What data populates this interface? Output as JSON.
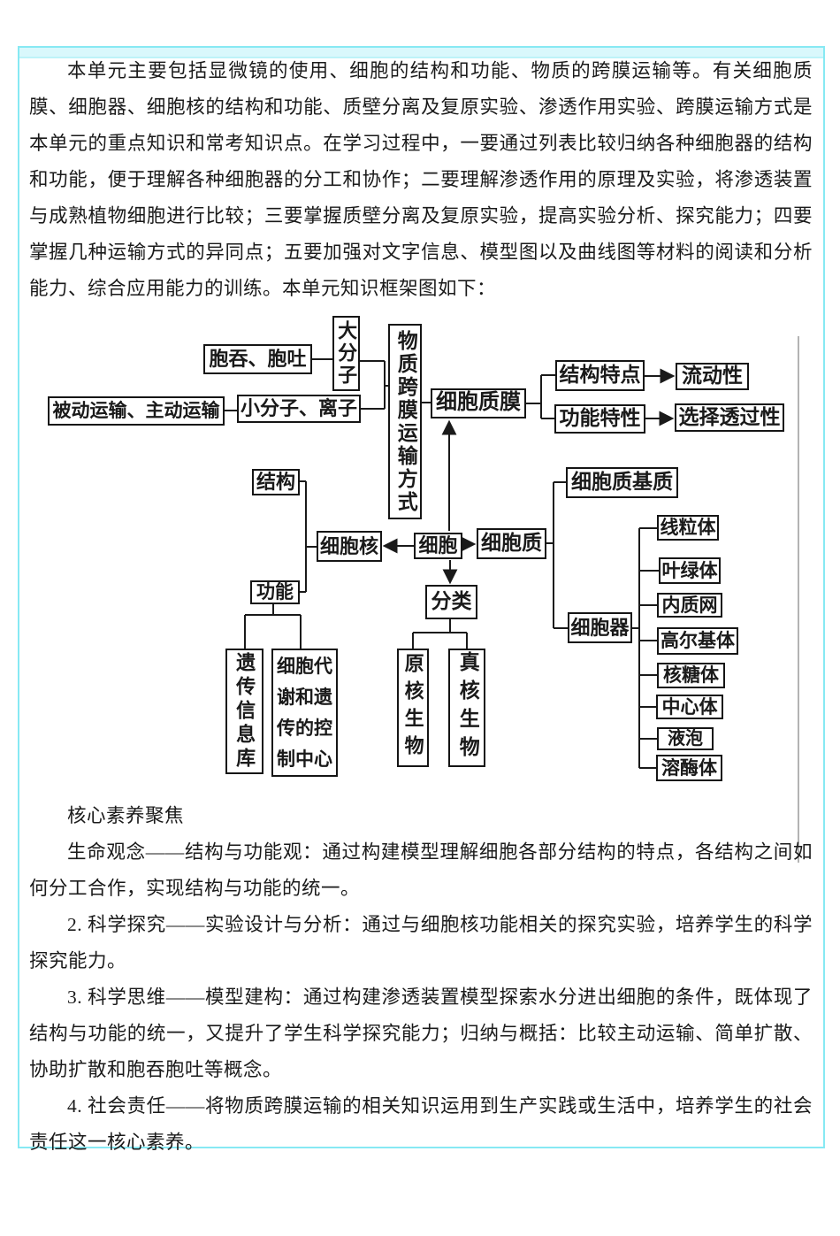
{
  "intro": {
    "text": "本单元主要包括显微镜的使用、细胞的结构和功能、物质的跨膜运输等。有关细胞质膜、细胞器、细胞核的结构和功能、质壁分离及复原实验、渗透作用实验、跨膜运输方式是本单元的重点知识和常考知识点。在学习过程中，一要通过列表比较归纳各种细胞器的结构和功能，便于理解各种细胞器的分工和协作；二要理解渗透作用的原理及实验，将渗透装置与成熟植物细胞进行比较；三要掌握质壁分离及复原实验，提高实验分析、探究能力；四要掌握几种运输方式的异同点；五要加强对文字信息、模型图以及曲线图等材料的阅读和分析能力、综合应用能力的训练。本单元知识框架图如下："
  },
  "diagram": {
    "nodes": {
      "passive_active": "被动运输、主动运输",
      "endo_exo": "胞吞、胞吐",
      "macromolecule": "大分子",
      "small_molecule": "小分子、离子",
      "transport_mode": "物质跨膜运输方式",
      "cell_membrane": "细胞质膜",
      "structure_feature": "结构特点",
      "fluidity": "流动性",
      "functional_property": "功能特性",
      "selective_permeability": "选择透过性",
      "structure": "结构",
      "nucleus": "细胞核",
      "cell": "细胞",
      "cytoplasm": "细胞质",
      "function": "功能",
      "classification": "分类",
      "cytosol": "细胞质基质",
      "organelle": "细胞器",
      "genetic_info": "遗传信息库",
      "metabolism_center": "细胞代谢和遗传的控制中心",
      "prokaryote": "原核生物",
      "eukaryote": "真核生物",
      "mitochondria": "线粒体",
      "chloroplast": "叶绿体",
      "er": "内质网",
      "golgi": "高尔基体",
      "ribosome": "核糖体",
      "centrosome": "中心体",
      "vacuole": "液泡",
      "lysosome": "溶酶体"
    }
  },
  "competencies": {
    "heading": "核心素养聚焦",
    "items": [
      "生命观念——结构与功能观：通过构建模型理解细胞各部分结构的特点，各结构之间如何分工合作，实现结构与功能的统一。",
      "2. 科学探究——实验设计与分析：通过与细胞核功能相关的探究实验，培养学生的科学探究能力。",
      "3. 科学思维——模型建构：通过构建渗透装置模型探索水分进出细胞的条件，既体现了结构与功能的统一，又提升了学生科学探究能力；归纳与概括：比较主动运输、简单扩散、协助扩散和胞吞胞吐等概念。",
      "4. 社会责任——将物质跨膜运输的相关知识运用到生产实践或生活中，培养学生的社会责任这一核心素养。"
    ]
  },
  "colors": {
    "frame_border": "#87e9f3",
    "frame_band": "#d9f8fc",
    "diagram_line": "#1a1a1a"
  }
}
